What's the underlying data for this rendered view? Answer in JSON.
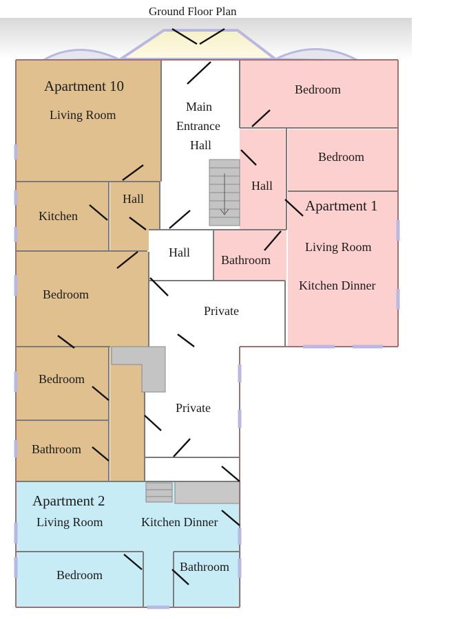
{
  "title": "Ground Floor Plan",
  "colors": {
    "apartment_10": "#dfc08e",
    "apartment_1": "#fdd0d0",
    "apartment_2": "#c8ecf6",
    "common": "#ffffff",
    "wall": "#a07070",
    "stair": "#c4c4c4",
    "window": "#b8b8e0",
    "door": "#111111"
  },
  "apartments": {
    "apt10": {
      "name": "Apartment 10",
      "living_room": "Living Room",
      "kitchen": "Kitchen",
      "hall": "Hall",
      "bedroom_1": "Bedroom",
      "bedroom_2": "Bedroom",
      "bathroom": "Bathroom"
    },
    "apt1": {
      "name": "Apartment 1",
      "bedroom_1": "Bedroom",
      "bedroom_2": "Bedroom",
      "hall": "Hall",
      "living_room": "Living Room",
      "kitchen_dinner": "Kitchen Dinner",
      "bathroom": "Bathroom"
    },
    "apt2": {
      "name": "Apartment 2",
      "living_room": "Living Room",
      "kitchen_dinner": "Kitchen Dinner",
      "bedroom": "Bedroom",
      "bathroom": "Bathroom"
    }
  },
  "common": {
    "main_entrance_line1": "Main",
    "main_entrance_line2": "Entrance",
    "main_entrance_line3": "Hall",
    "hall": "Hall",
    "private_1": "Private",
    "private_2": "Private"
  }
}
